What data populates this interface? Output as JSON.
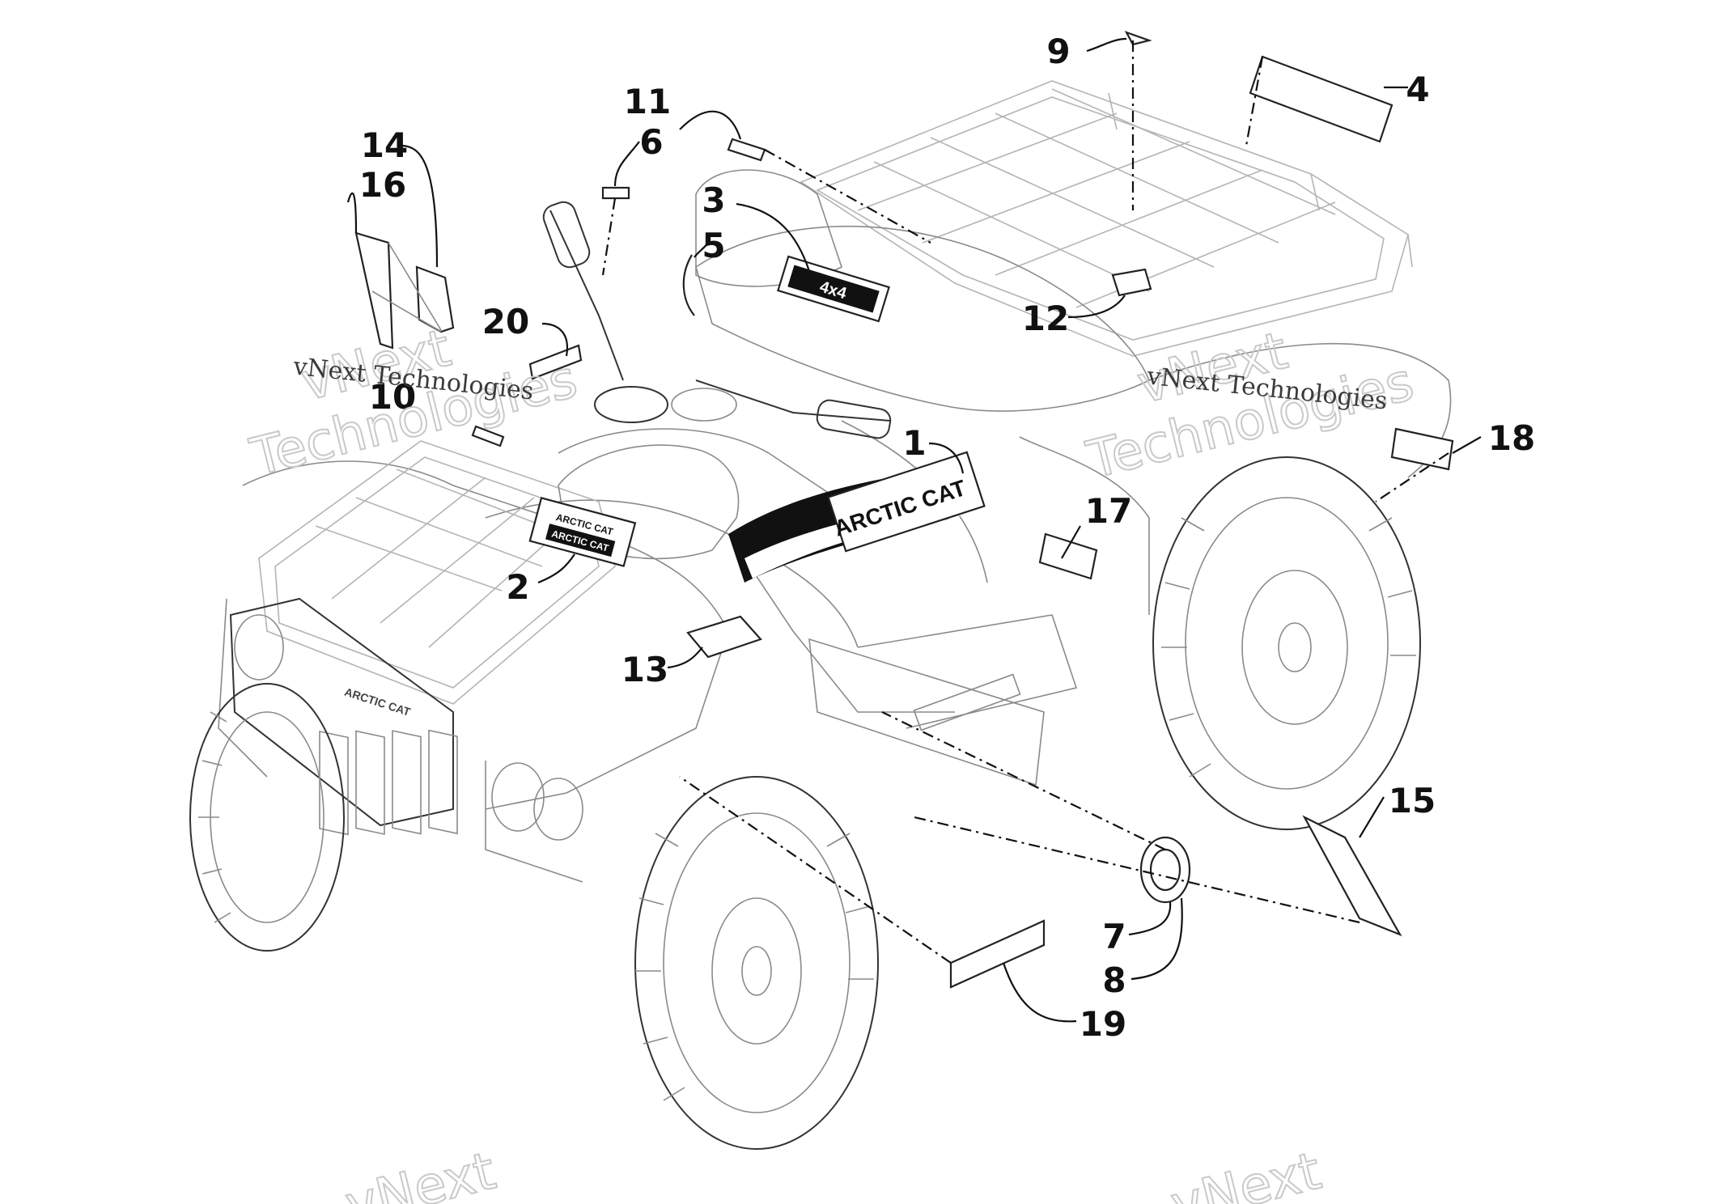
{
  "watermark": {
    "line1": "vNext",
    "line2": "Technologies",
    "caption": "vNext Technologies"
  },
  "decal_text": {
    "brand": "ARCTIC CAT",
    "model": "ARCTIC CAT",
    "badge": "4x4",
    "grille": "ARCTIC CAT"
  },
  "callouts": [
    "1",
    "2",
    "3",
    "4",
    "5",
    "6",
    "7",
    "8",
    "9",
    "10",
    "11",
    "12",
    "13",
    "14",
    "15",
    "16",
    "17",
    "18",
    "19",
    "20"
  ]
}
